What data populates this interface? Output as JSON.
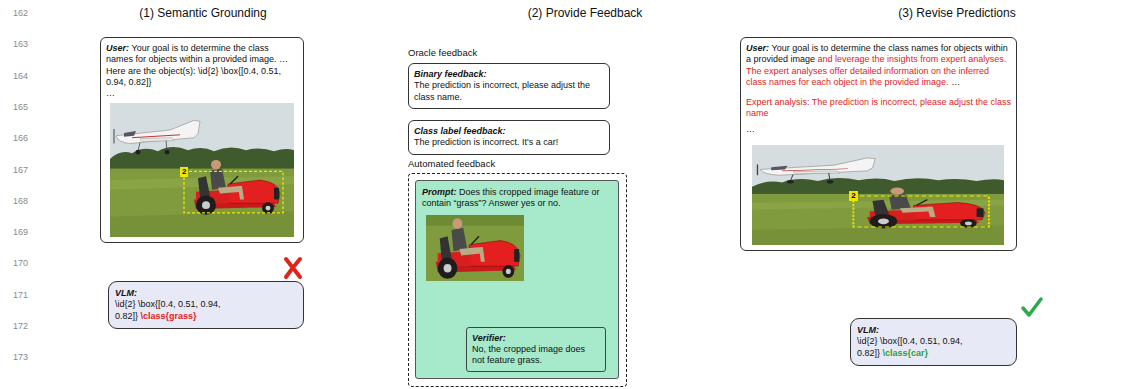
{
  "diagram": {
    "nodes": [
      {
        "text": [
          "User:",
          "Your goal is to determine the class names for objects within a provided image. … Here are the object(s): \\id{2} \\box{[0.4, 0.51, 0.94, 0.82]}",
          "…"
        ]
      },
      {
        "text": [
          "VLM:",
          "\\id{2} \\box{[0.4, 0.51, 0.94, 0.82]}",
          "\\class{grass}"
        ]
      },
      {
        "text": [
          "Binary feedback:",
          "The prediction is incorrect, please adjust the class name."
        ]
      },
      {
        "text": [
          "Class label feedback:",
          "The prediction is incorrect. It's a car!"
        ]
      },
      {
        "text": [
          "Automated feedback"
        ]
      },
      {
        "text": [
          "Prompt:",
          "Does this cropped image feature or contain “grass”? Answer yes or no."
        ],
        "in": 4
      },
      {
        "text": [
          "Verifier:",
          "No, the cropped image does not feature grass."
        ],
        "in": 5
      },
      {
        "text": [
          "User:",
          "Your goal is to determine the class names for objects within a provided image",
          "and leverage the insights from expert analyses. The expert analyses offer detailed information on the inferred class names for each object in the provided image.",
          "…",
          "Expert analysis: The prediction is incorrect, please adjust the class name",
          "…"
        ]
      },
      {
        "text": [
          "VLM:",
          "\\id{2} \\box{[0.4, 0.51, 0.94, 0.82]}",
          "\\class{car}"
        ]
      }
    ],
    "labels": [
      "162",
      "163",
      "164",
      "165",
      "166",
      "167",
      "168",
      "169",
      "170",
      "171",
      "172",
      "173",
      "(1) Semantic Grounding",
      "(2) Provide Feedback",
      "(3) Revise Predictions",
      "Oracle feedback",
      "2",
      "2"
    ]
  }
}
